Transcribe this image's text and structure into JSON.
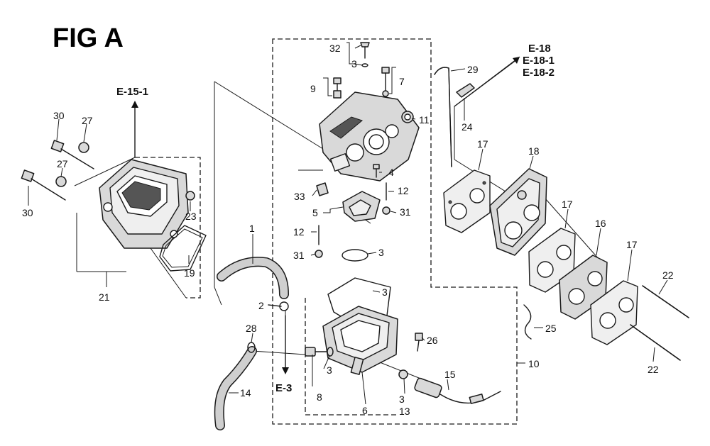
{
  "figure_title": "FIG A",
  "refs": {
    "e15_1": "E-15-1",
    "e18": "E-18",
    "e18_1": "E-18-1",
    "e18_2": "E-18-2",
    "e3": "E-3"
  },
  "callouts": {
    "c1": "1",
    "c2": "2",
    "c3a": "3",
    "c3b": "3",
    "c3c": "3",
    "c3d": "3",
    "c3e": "3",
    "c4": "4",
    "c5": "5",
    "c6": "6",
    "c7": "7",
    "c8": "8",
    "c9": "9",
    "c10": "10",
    "c11": "11",
    "c12a": "12",
    "c12b": "12",
    "c13": "13",
    "c14": "14",
    "c15": "15",
    "c16": "16",
    "c17a": "17",
    "c17b": "17",
    "c17c": "17",
    "c18": "18",
    "c19": "19",
    "c21": "21",
    "c22a": "22",
    "c22b": "22",
    "c23": "23",
    "c24": "24",
    "c25": "25",
    "c26": "26",
    "c27a": "27",
    "c27b": "27",
    "c28": "28",
    "c29": "29",
    "c30a": "30",
    "c30b": "30",
    "c31a": "31",
    "c31b": "31",
    "c32": "32",
    "c33": "33"
  }
}
